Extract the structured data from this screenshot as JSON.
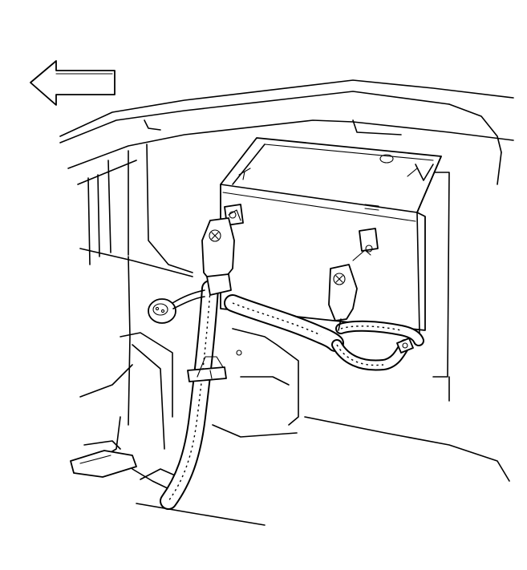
{
  "figure": {
    "arrow": {
      "direction": "left",
      "icon": "left-arrow-icon"
    },
    "components": [
      {
        "name": "battery",
        "icon": "battery-icon"
      },
      {
        "name": "positive-terminal-cable",
        "icon": "cable-terminal-icon"
      },
      {
        "name": "negative-terminal-cable",
        "icon": "cable-terminal-icon"
      },
      {
        "name": "wiring-harness-conduit",
        "icon": "harness-icon"
      },
      {
        "name": "grommet",
        "icon": "grommet-icon"
      },
      {
        "name": "harness-clip",
        "icon": "clip-icon"
      },
      {
        "name": "ground-bolt",
        "icon": "bolt-icon"
      }
    ]
  },
  "colors": {
    "line": "#000000",
    "background": "#ffffff"
  }
}
